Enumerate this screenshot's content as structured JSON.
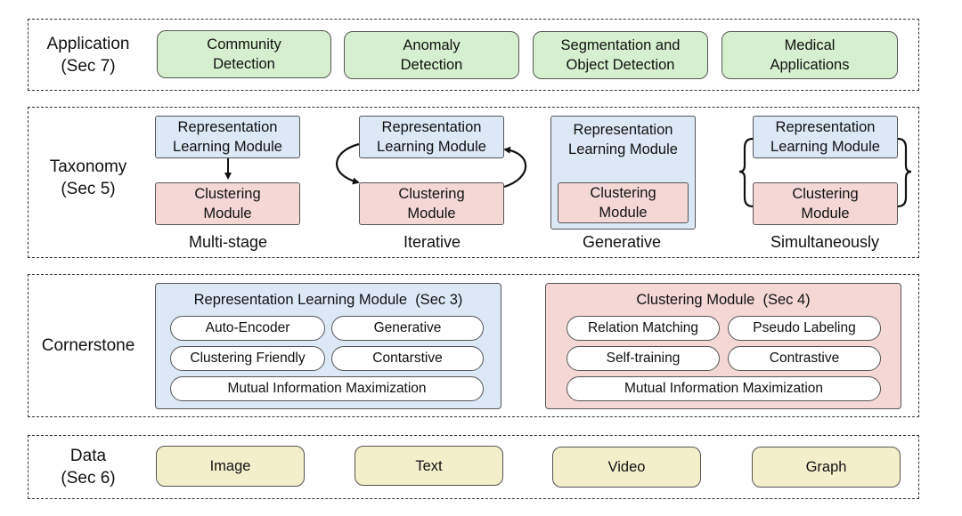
{
  "application": {
    "label": "Application\n(Sec 7)",
    "items": [
      "Community\nDetection",
      "Anomaly\nDetection",
      "Segmentation and\nObject Detection",
      "Medical\nApplications"
    ]
  },
  "taxonomy": {
    "label": "Taxonomy\n(Sec 5)",
    "rep_module": "Representation\nLearning Module",
    "clu_module": "Clustering\nModule",
    "captions": [
      "Multi-stage",
      "Iterative",
      "Generative",
      "Simultaneously"
    ]
  },
  "cornerstone": {
    "label": "Cornerstone",
    "rep_panel": {
      "title": "Representation Learning Module  (Sec 3)",
      "items": [
        "Auto-Encoder",
        "Generative",
        "Clustering Friendly",
        "Contarstive"
      ],
      "wide": "Mutual Information Maximization"
    },
    "clu_panel": {
      "title": "Clustering Module  (Sec 4)",
      "items": [
        "Relation Matching",
        "Pseudo Labeling",
        "Self-training",
        "Contrastive"
      ],
      "wide": "Mutual Information Maximization"
    }
  },
  "data": {
    "label": "Data\n(Sec 6)",
    "items": [
      "Image",
      "Text",
      "Video",
      "Graph"
    ]
  },
  "colors": {
    "application": "#d6efcf",
    "representation": "#dce8f6",
    "clustering": "#f5d8d6",
    "data": "#f4efcb"
  }
}
